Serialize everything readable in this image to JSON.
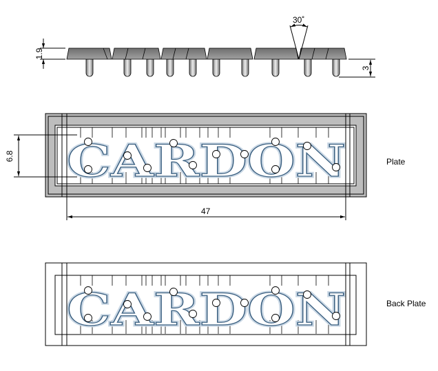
{
  "side_view": {
    "thickness_dim": "1.9",
    "angle_dim": "30˚",
    "pin_dim": "3"
  },
  "plate": {
    "label": "Plate",
    "text": "CARDON",
    "height_dim": "6.8",
    "width_dim": "47"
  },
  "back_plate": {
    "label": "Back Plate",
    "text": "CARDON"
  },
  "colors": {
    "plate_gray": "#bdbdbd",
    "segment_gray": "#8a8a8a",
    "letter_outline": "#3a5f80"
  }
}
